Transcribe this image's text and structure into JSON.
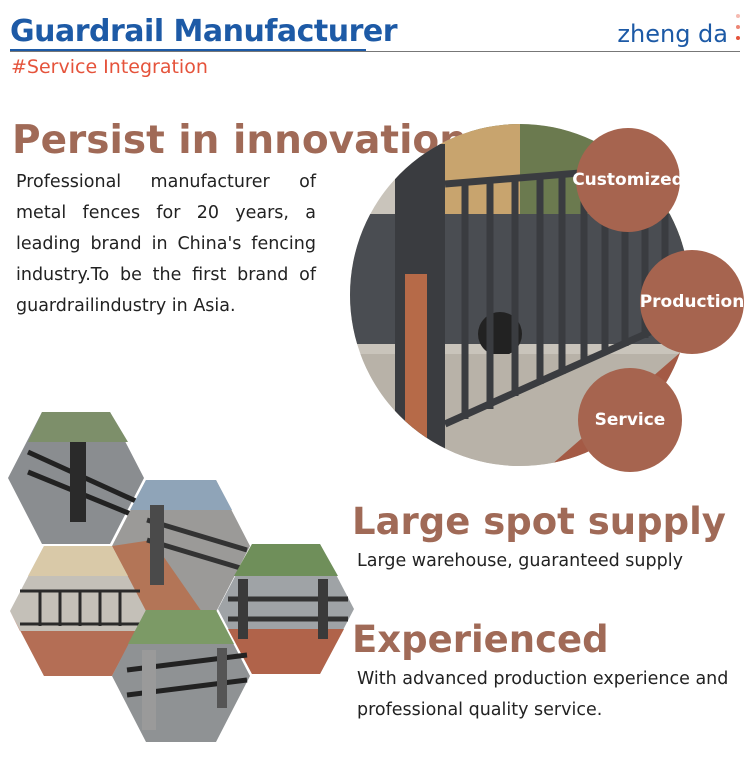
{
  "header": {
    "title": "Guardrail Manufacturer",
    "brand": "zheng da",
    "subtitle": "#Service Integration"
  },
  "section1": {
    "heading": "Persist in innovation",
    "text": "Professional manufacturer of metal fences for 20 years, a leading brand in China's fencing industry.To be the first brand of guardrailindustry in Asia."
  },
  "bubbles": [
    "Customized",
    "Production",
    "Service"
  ],
  "section2": {
    "heading": "Large spot supply",
    "text": "Large warehouse, guaranteed supply"
  },
  "section3": {
    "heading": "Experienced",
    "text": "With advanced production experience and professional quality service."
  },
  "colors": {
    "title_blue": "#1d5aa6",
    "accent_red": "#e5533b",
    "heading_brown": "#a06a57",
    "bubble_brown": "#a6644f"
  }
}
